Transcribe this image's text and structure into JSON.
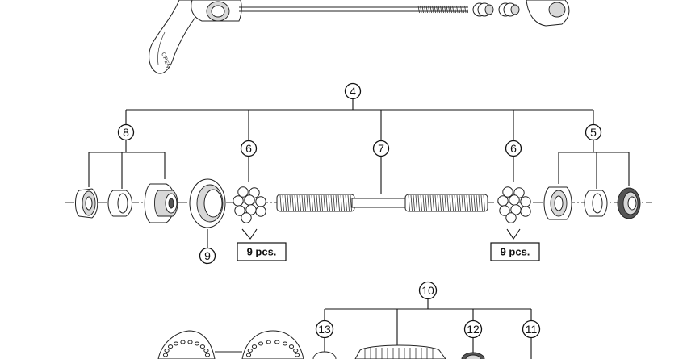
{
  "callouts": {
    "c4": "4",
    "c5": "5",
    "c6a": "6",
    "c6b": "6",
    "c7": "7",
    "c8": "8",
    "c9": "9",
    "c10": "10",
    "c11": "11",
    "c12": "12",
    "c13": "13"
  },
  "quantity_labels": {
    "left": "9 pcs.",
    "right": "9 pcs."
  },
  "lever_marking": "OPEN"
}
